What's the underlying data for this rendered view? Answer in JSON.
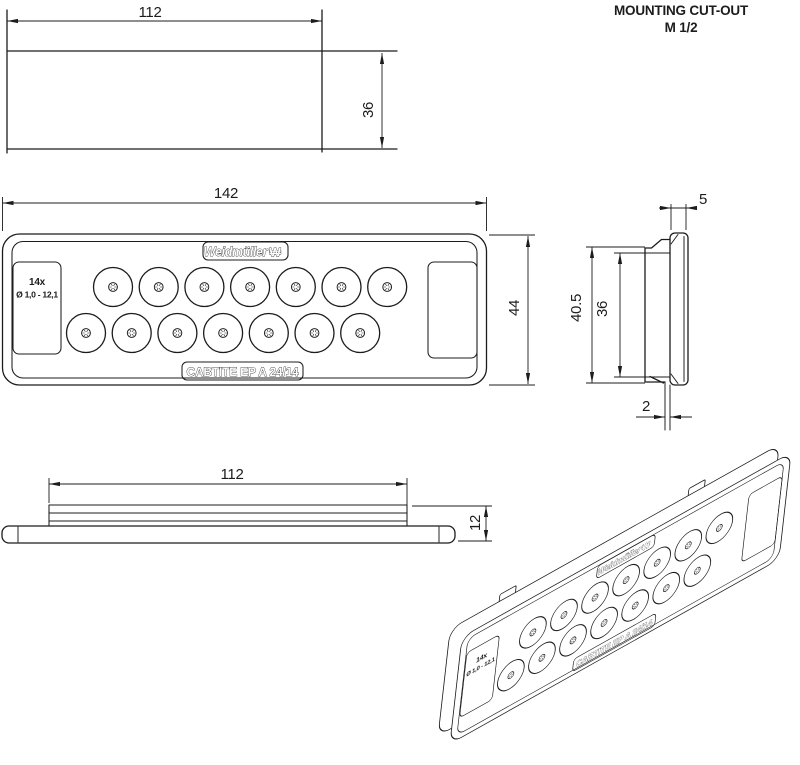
{
  "header": {
    "line1": "MOUNTING CUT-OUT",
    "line2": "M 1/2"
  },
  "dimensions": {
    "cutout_width": "112",
    "cutout_height": "36",
    "plate_width": "142",
    "plate_height": "44",
    "frame_depth": "5",
    "total_depth": "40.5",
    "insert_depth": "36",
    "foil_thickness": "2",
    "insert_width": "112",
    "side_thickness": "12"
  },
  "plate": {
    "label_qty": "14x",
    "label_range": "Ø 1,0 - 12,1",
    "brand": "Weidmüller",
    "product": "CABTITE  EP A 24/14",
    "grommet_rows": [
      {
        "y": 53,
        "r": 19.5,
        "xs": [
          110.5,
          156.2,
          201.9,
          247.6,
          293.3,
          339.0,
          384.7
        ]
      },
      {
        "y": 99,
        "r": 19.5,
        "xs": [
          83.5,
          129.2,
          174.9,
          220.6,
          266.3,
          312.0,
          357.7
        ]
      }
    ]
  },
  "icons": {
    "brand_mark": "₩"
  }
}
